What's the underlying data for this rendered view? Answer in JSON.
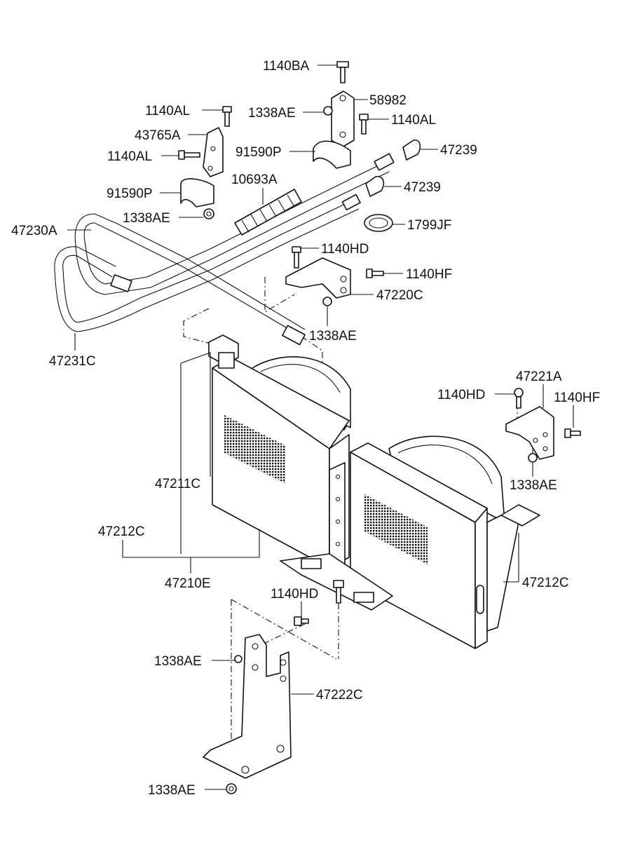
{
  "diagram": {
    "callouts": [
      {
        "id": "c01",
        "label": "1140BA"
      },
      {
        "id": "c02",
        "label": "58982"
      },
      {
        "id": "c03",
        "label": "1338AE"
      },
      {
        "id": "c04",
        "label": "1140AL"
      },
      {
        "id": "c05",
        "label": "1140AL"
      },
      {
        "id": "c06",
        "label": "43765A"
      },
      {
        "id": "c07",
        "label": "1140AL"
      },
      {
        "id": "c08",
        "label": "91590P"
      },
      {
        "id": "c09",
        "label": "47239"
      },
      {
        "id": "c10",
        "label": "10693A"
      },
      {
        "id": "c11",
        "label": "47239"
      },
      {
        "id": "c12",
        "label": "91590P"
      },
      {
        "id": "c13",
        "label": "1338AE"
      },
      {
        "id": "c14",
        "label": "1799JF"
      },
      {
        "id": "c15",
        "label": "47230A"
      },
      {
        "id": "c16",
        "label": "1140HD"
      },
      {
        "id": "c17",
        "label": "1140HF"
      },
      {
        "id": "c18",
        "label": "47220C"
      },
      {
        "id": "c19",
        "label": "1338AE"
      },
      {
        "id": "c20",
        "label": "47231C"
      },
      {
        "id": "c21",
        "label": "47221A"
      },
      {
        "id": "c22",
        "label": "1140HD"
      },
      {
        "id": "c23",
        "label": "1140HF"
      },
      {
        "id": "c24",
        "label": "47211C"
      },
      {
        "id": "c25",
        "label": "1338AE"
      },
      {
        "id": "c26",
        "label": "47212C"
      },
      {
        "id": "c27",
        "label": "47212C"
      },
      {
        "id": "c28",
        "label": "47210E"
      },
      {
        "id": "c29",
        "label": "1140HD"
      },
      {
        "id": "c30",
        "label": "1338AE"
      },
      {
        "id": "c31",
        "label": "47222C"
      },
      {
        "id": "c32",
        "label": "1338AE"
      }
    ]
  }
}
